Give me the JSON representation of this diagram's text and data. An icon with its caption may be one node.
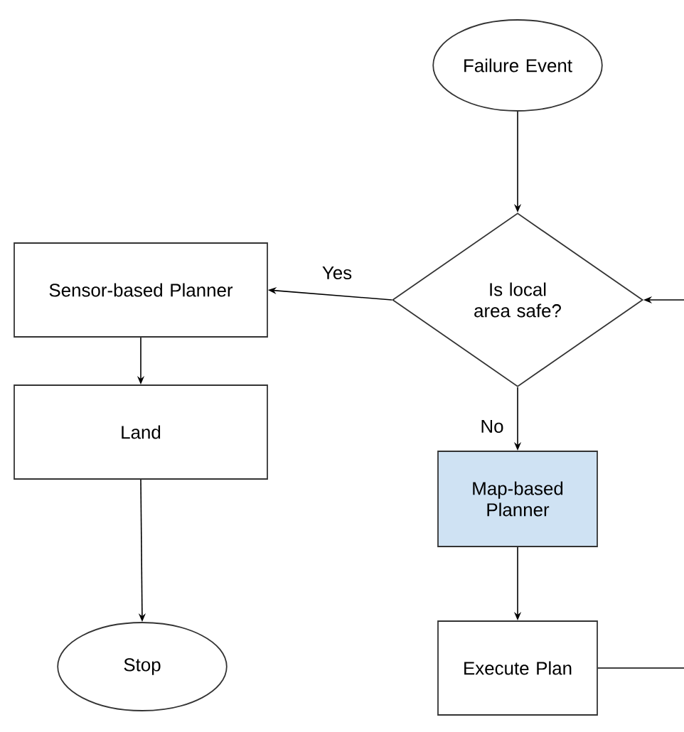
{
  "diagram": {
    "nodes": [
      {
        "text": [
          "Failure Event"
        ]
      },
      {
        "text": [
          "Is local area safe?"
        ]
      },
      {
        "text": [
          "Sensor-based Planner"
        ]
      },
      {
        "text": [
          "Land"
        ]
      },
      {
        "text": [
          "Map-based Planner"
        ]
      },
      {
        "text": [
          "Stop"
        ]
      },
      {
        "text": [
          "Execute Plan"
        ]
      }
    ],
    "edges": [
      {
        "from": 0,
        "to": 1,
        "arrow": "to"
      },
      {
        "from": 1,
        "to": 2,
        "arrow": "to",
        "label": "Yes"
      },
      {
        "from": 2,
        "to": 3,
        "arrow": "to"
      },
      {
        "from": 3,
        "to": 5,
        "arrow": "to"
      },
      {
        "from": 1,
        "to": 4,
        "arrow": "to",
        "label": "No"
      },
      {
        "from": 4,
        "to": 6,
        "arrow": "to"
      },
      {
        "from": 6,
        "to": null,
        "arrow": "none"
      },
      {
        "from": null,
        "to": 1,
        "arrow": "to"
      }
    ]
  }
}
